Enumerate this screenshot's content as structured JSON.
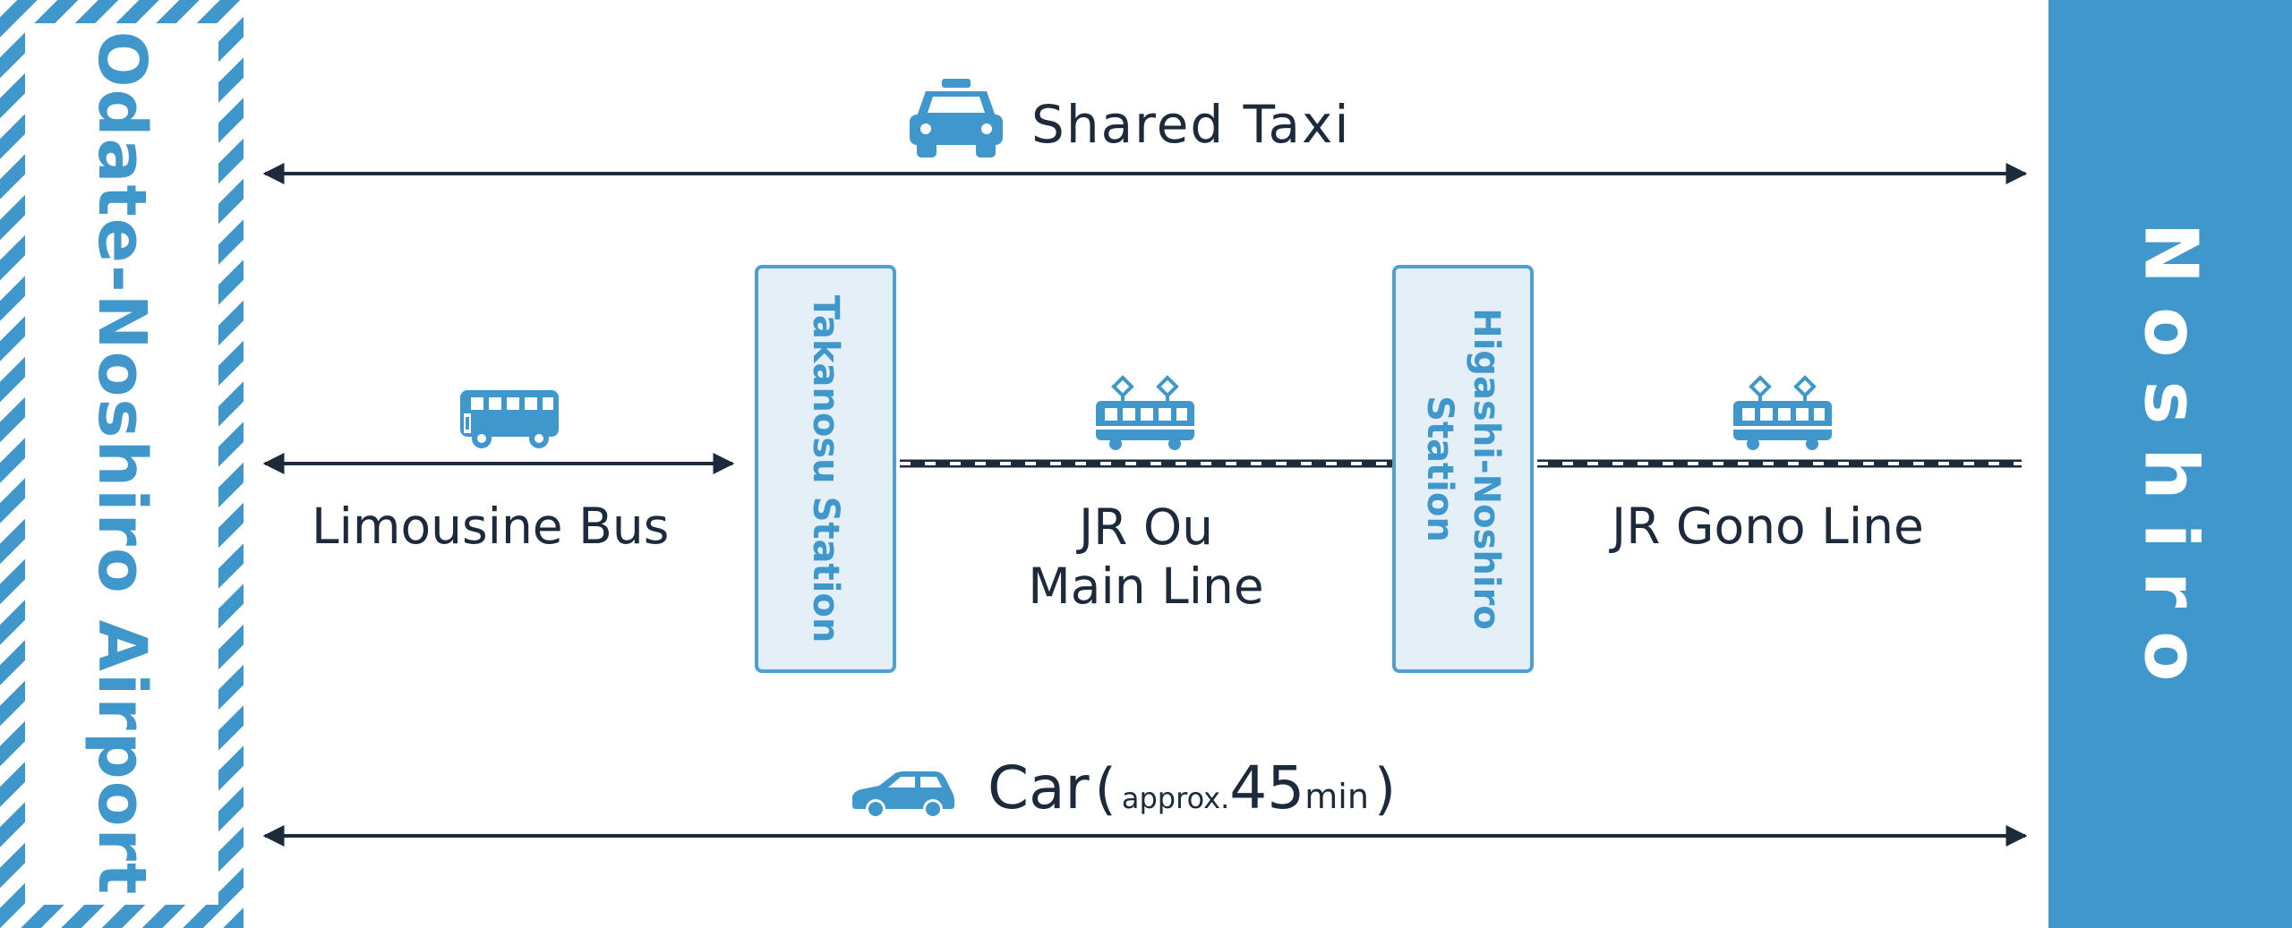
{
  "origin": {
    "label": "Odate-Noshiro Airport"
  },
  "destination": {
    "label": "Noshiro"
  },
  "routes": {
    "taxi": {
      "label": "Shared Taxi",
      "icon": "taxi-icon"
    },
    "bus": {
      "label": "Limousine Bus",
      "icon": "bus-icon"
    },
    "ou_line": {
      "label_line1": "JR Ou",
      "label_line2": "Main Line",
      "icon": "train-icon"
    },
    "gono_line": {
      "label": "JR Gono Line",
      "icon": "train-icon"
    },
    "car": {
      "label": "Car",
      "open_paren": "(",
      "approx": "approx.",
      "duration": "45",
      "unit": "min",
      "close_paren": ")",
      "icon": "car-icon"
    }
  },
  "stations": {
    "takanosu": {
      "label": "Takanosu Station"
    },
    "higashi_noshiro": {
      "label_line1": "Higashi-Noshiro",
      "label_line2": "Station"
    }
  },
  "colors": {
    "accent": "#3f97cc",
    "dark": "#1d2a3c",
    "station_fill": "#e4eff8",
    "station_border": "#4e9fd2"
  }
}
